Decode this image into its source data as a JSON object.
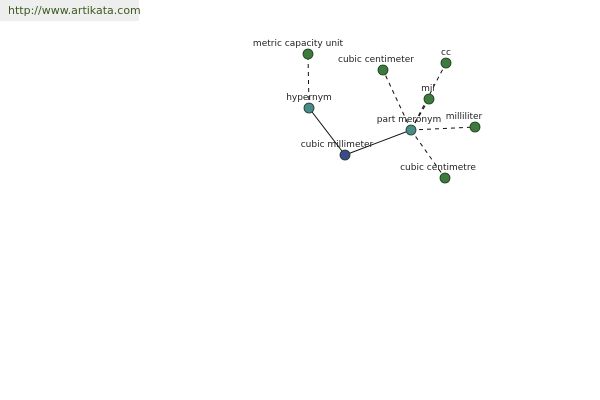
{
  "header": {
    "url": "http://www.artikata.com"
  },
  "colors": {
    "center_node": "#3c4a8c",
    "relation_node": "#4a8a8a",
    "term_node": "#3d7a3d",
    "edge": "#111111"
  },
  "nodes": [
    {
      "id": "center",
      "label": "cubic millimeter",
      "kind": "center"
    },
    {
      "id": "hypernym",
      "label": "hypernym",
      "kind": "relation"
    },
    {
      "id": "metric",
      "label": "metric capacity unit",
      "kind": "term"
    },
    {
      "id": "partmero",
      "label": "part meronym",
      "kind": "relation"
    },
    {
      "id": "cubiccm1",
      "label": "cubic centimeter",
      "kind": "term"
    },
    {
      "id": "cc",
      "label": "cc",
      "kind": "term"
    },
    {
      "id": "mil",
      "label": "mil",
      "kind": "term"
    },
    {
      "id": "milliliter",
      "label": "milliliter",
      "kind": "term"
    },
    {
      "id": "cubiccm2",
      "label": "cubic centimetre",
      "kind": "term"
    }
  ],
  "edges": [
    {
      "from": "center",
      "to": "hypernym",
      "style": "solid"
    },
    {
      "from": "center",
      "to": "partmero",
      "style": "solid"
    },
    {
      "from": "hypernym",
      "to": "metric",
      "style": "dashed"
    },
    {
      "from": "partmero",
      "to": "cubiccm1",
      "style": "dashed"
    },
    {
      "from": "partmero",
      "to": "cc",
      "style": "dashed"
    },
    {
      "from": "partmero",
      "to": "mil",
      "style": "dashed"
    },
    {
      "from": "partmero",
      "to": "milliliter",
      "style": "dashed"
    },
    {
      "from": "partmero",
      "to": "cubiccm2",
      "style": "dashed"
    }
  ]
}
